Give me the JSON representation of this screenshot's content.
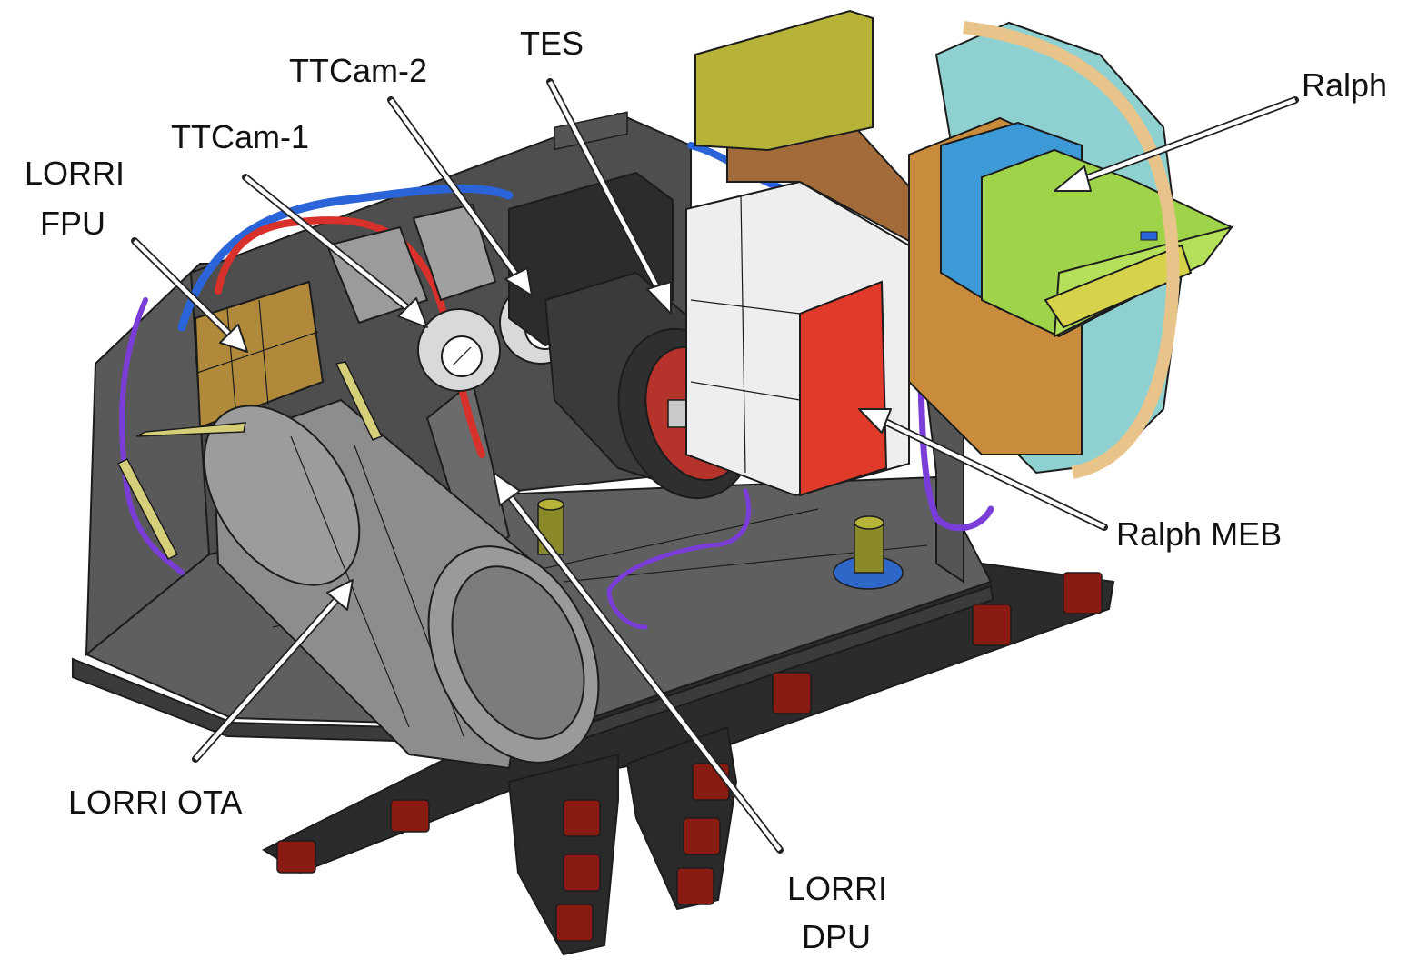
{
  "labels": {
    "ralph": "Ralph",
    "tes": "TES",
    "ttcam2": "TTCam-2",
    "ttcam1": "TTCam-1",
    "lorri_fpu_line1": "LORRI",
    "lorri_fpu_line2": "FPU",
    "ralph_meb": "Ralph MEB",
    "lorri_ota": "LORRI OTA",
    "lorri_dpu_line1": "LORRI",
    "lorri_dpu_line2": "DPU"
  },
  "colors": {
    "platform": "#5b5b5b",
    "platform_dark": "#3a3a3a",
    "ota": "#8a8a8a",
    "tes_body": "#2e2e2e",
    "ralph_green": "#9ed34a",
    "ralph_blue": "#3e9ad6",
    "ralph_teal": "#8fd0d0",
    "ralph_orange": "#c98b3c",
    "meb_red": "#e03a2a",
    "bracket_red": "#8a1b12",
    "cable_blue": "#2a64d8",
    "cable_red": "#d8302a",
    "cable_purple": "#7a3dd8",
    "olive": "#b7b238"
  }
}
